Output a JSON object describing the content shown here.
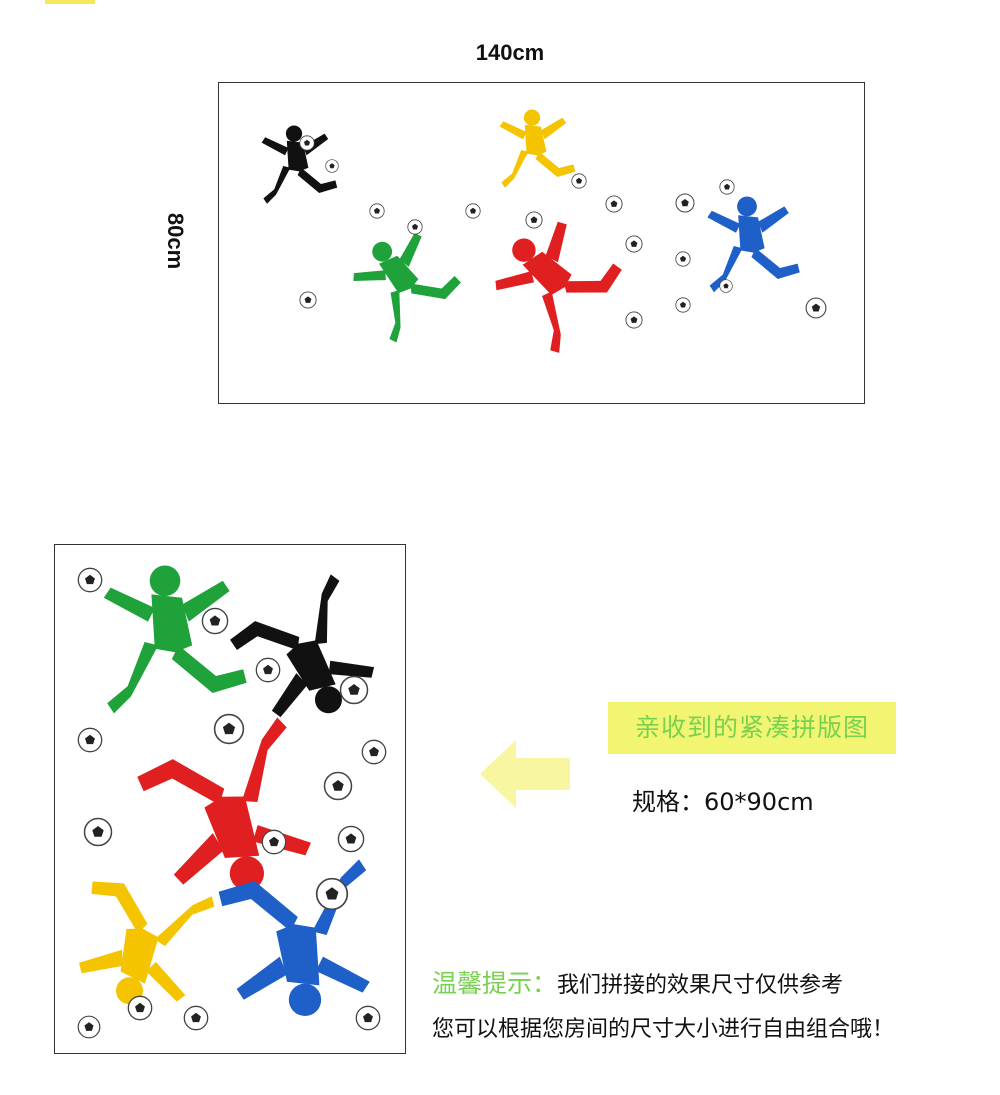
{
  "top_diagram": {
    "width_label": "140cm",
    "height_label": "80cm"
  },
  "bottom_panel": {
    "label": "亲收到的紧凑拼版图",
    "spec": "规格：60*90cm"
  },
  "tip": {
    "label": "温馨提示：",
    "line1": "我们拼接的效果尺寸仅供参考",
    "line2": "您可以根据您房间的尺寸大小进行自由组合哦！"
  },
  "colors": {
    "green": "#1fa23a",
    "yellow": "#f5c400",
    "red": "#e02020",
    "blue": "#1f5fc8",
    "black": "#111111",
    "highlight": "#f2f571",
    "tip_green": "#79d151"
  }
}
